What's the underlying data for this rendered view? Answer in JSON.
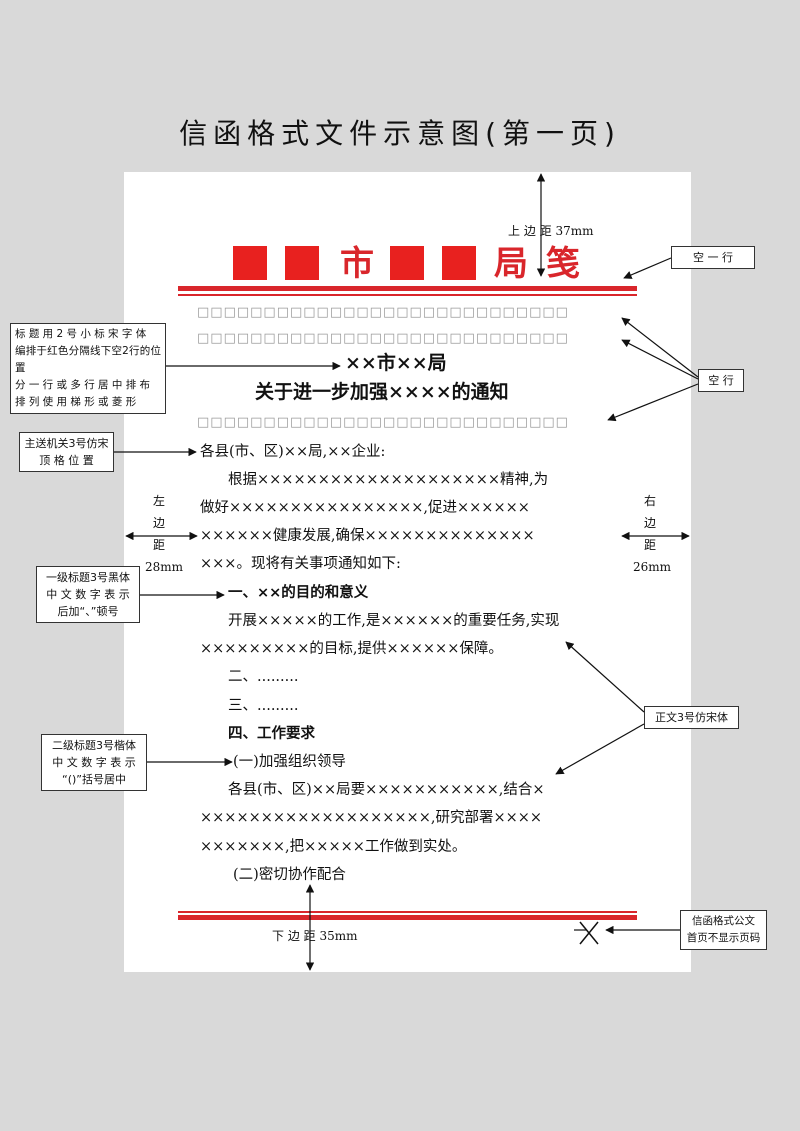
{
  "title": "信函格式文件示意图(第一页)",
  "letterhead": {
    "char1": "市",
    "char2": "局",
    "char3": "笺"
  },
  "blank_row_text": "□□□□□□□□□□□□□□□□□□□□□□□□□□□□",
  "doc_title": {
    "line1": "××市××局",
    "line2": "关于进一步加强××××的通知"
  },
  "recipient": "各县(市、区)××局,××企业:",
  "body": {
    "p1_1": "根据××××××××××××××××××××精神,为",
    "p1_2": "做好××××××××××××××××,促进××××××",
    "p1_3": "××××××健康发展,确保××××××××××××××",
    "p1_4": "×××。现将有关事项通知如下:",
    "h1": "一、××的目的和意义",
    "p2_1": "开展×××××的工作,是××××××的重要任务,实现",
    "p2_2": "×××××××××的目标,提供××××××保障。",
    "item2": "二、.........",
    "item3": "三、.........",
    "item4": "四、工作要求",
    "h2_1": "(一)加强组织领导",
    "p3_1": "各县(市、区)××局要×××××××××××,结合×",
    "p3_2": "×××××××××××××××××××,研究部署××××",
    "p3_3": "×××××××,把×××××工作做到实处。",
    "h2_2": "(二)密切协作配合"
  },
  "margins": {
    "top": "上 边 距 37mm",
    "bottom": "下 边 距 35mm",
    "left": [
      "左",
      "边",
      "距",
      "28mm"
    ],
    "right": [
      "右",
      "边",
      "距",
      "26mm"
    ]
  },
  "notes": {
    "blank_line_1": "空 一 行",
    "blank_line_2": "空 行",
    "title_note": [
      "标 题 用 2 号 小 标 宋 字 体",
      "编排于红色分隔线下空2行的位置",
      "分 一 行 或 多 行 居 中 排 布",
      "排 列 使 用 梯 形 或 菱 形"
    ],
    "recipient_note": [
      "主送机关3号仿宋",
      "顶 格 位 置"
    ],
    "h1_note": [
      "一级标题3号黑体",
      "中 文 数 字 表 示",
      "后加“、”顿号"
    ],
    "h2_note": [
      "二级标题3号楷体",
      "中 文 数 字 表 示",
      "“()”括号居中"
    ],
    "body_note": "正文3号仿宋体",
    "pagenum_note": [
      "信函格式公文",
      "首页不显示页码"
    ]
  },
  "colors": {
    "red": "#d9262b",
    "background": "#d9d9d9",
    "paper": "#ffffff"
  }
}
